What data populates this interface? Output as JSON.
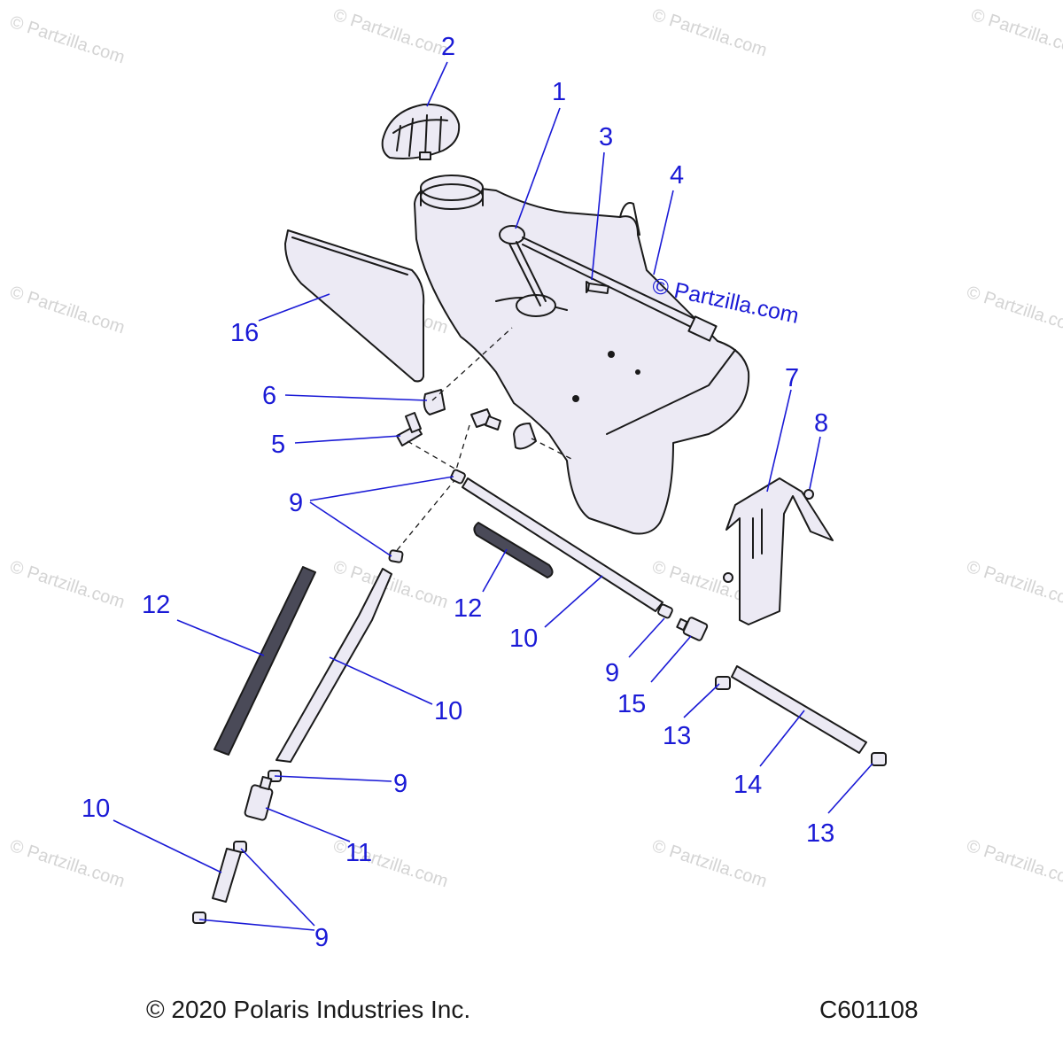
{
  "watermark_text": "© Partzilla.com",
  "brand_callout": "© Partzilla.com",
  "footer": {
    "copyright": "© 2020 Polaris Industries Inc.",
    "drawing_number": "C601108"
  },
  "colors": {
    "callout_blue": "#1a1ad6",
    "part_fill": "#eceaf4",
    "watermark_gray": "#d4d4d4"
  },
  "callouts": [
    {
      "key": "c1",
      "number": "1"
    },
    {
      "key": "c2",
      "number": "2"
    },
    {
      "key": "c3",
      "number": "3"
    },
    {
      "key": "c4",
      "number": "4"
    },
    {
      "key": "c5",
      "number": "5"
    },
    {
      "key": "c6",
      "number": "6"
    },
    {
      "key": "c7",
      "number": "7"
    },
    {
      "key": "c8",
      "number": "8"
    },
    {
      "key": "c9a",
      "number": "9"
    },
    {
      "key": "c9b",
      "number": "9"
    },
    {
      "key": "c9c",
      "number": "9"
    },
    {
      "key": "c9d",
      "number": "9"
    },
    {
      "key": "c10a",
      "number": "10"
    },
    {
      "key": "c10b",
      "number": "10"
    },
    {
      "key": "c10c",
      "number": "10"
    },
    {
      "key": "c11",
      "number": "11"
    },
    {
      "key": "c12a",
      "number": "12"
    },
    {
      "key": "c12b",
      "number": "12"
    },
    {
      "key": "c13a",
      "number": "13"
    },
    {
      "key": "c13b",
      "number": "13"
    },
    {
      "key": "c14",
      "number": "14"
    },
    {
      "key": "c15",
      "number": "15"
    },
    {
      "key": "c16",
      "number": "16"
    }
  ]
}
